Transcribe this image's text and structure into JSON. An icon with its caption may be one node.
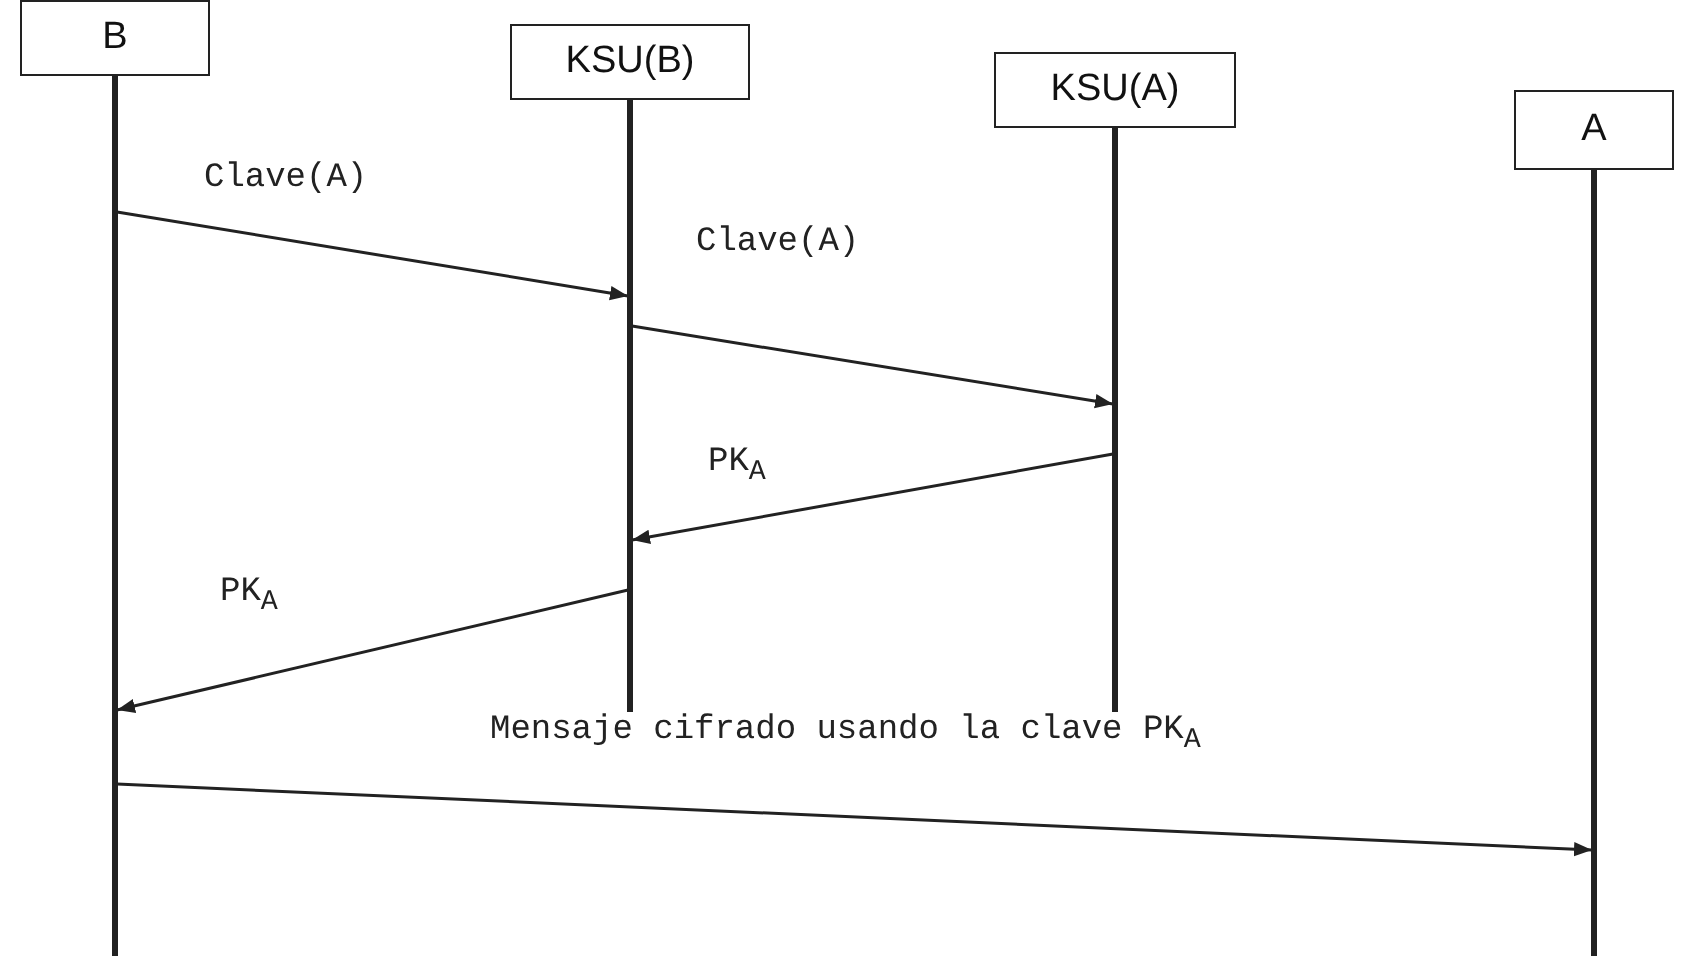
{
  "diagram": {
    "nodes": [
      {
        "text": [
          "B"
        ]
      },
      {
        "text": [
          "KSU(B)"
        ]
      },
      {
        "text": [
          "KSU(A)"
        ]
      },
      {
        "text": [
          "A"
        ]
      }
    ],
    "edges": [
      {
        "from": 0,
        "to": 1,
        "arrow": "to",
        "label": "Clave(A)"
      },
      {
        "from": 1,
        "to": 2,
        "arrow": "to",
        "label": "Clave(A)"
      },
      {
        "from": 2,
        "to": 1,
        "arrow": "to",
        "label": "PK$_{A}$"
      },
      {
        "from": 1,
        "to": 0,
        "arrow": "to",
        "label": "PK$_{A}$"
      },
      {
        "from": 0,
        "to": 3,
        "arrow": "to",
        "label": "Mensaje cifrado usando la clave PK$_{A}$"
      }
    ]
  }
}
